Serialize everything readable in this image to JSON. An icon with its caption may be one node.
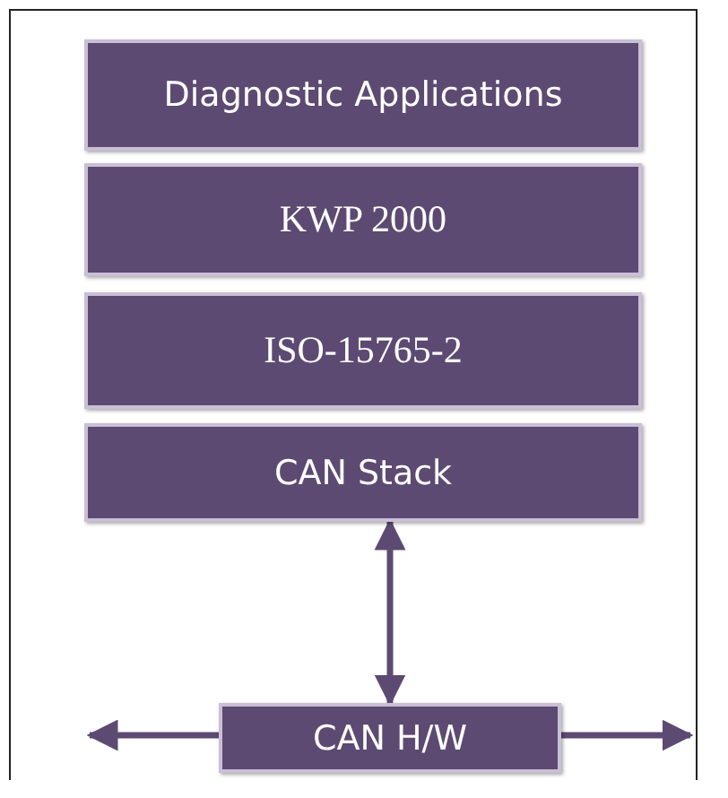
{
  "diagram": {
    "nodes": [
      {
        "text": [
          "Diagnostic Applications"
        ]
      },
      {
        "text": [
          "KWP 2000"
        ]
      },
      {
        "text": [
          "ISO-15765-2"
        ]
      },
      {
        "text": [
          "CAN Stack"
        ]
      },
      {
        "text": [
          "CAN H/W"
        ]
      }
    ],
    "edges": [
      {
        "from": 3,
        "to": 4,
        "arrow": "both"
      },
      {
        "from": 4,
        "to": null,
        "arrow": "to"
      },
      {
        "from": 4,
        "to": null,
        "arrow": "to"
      }
    ]
  }
}
